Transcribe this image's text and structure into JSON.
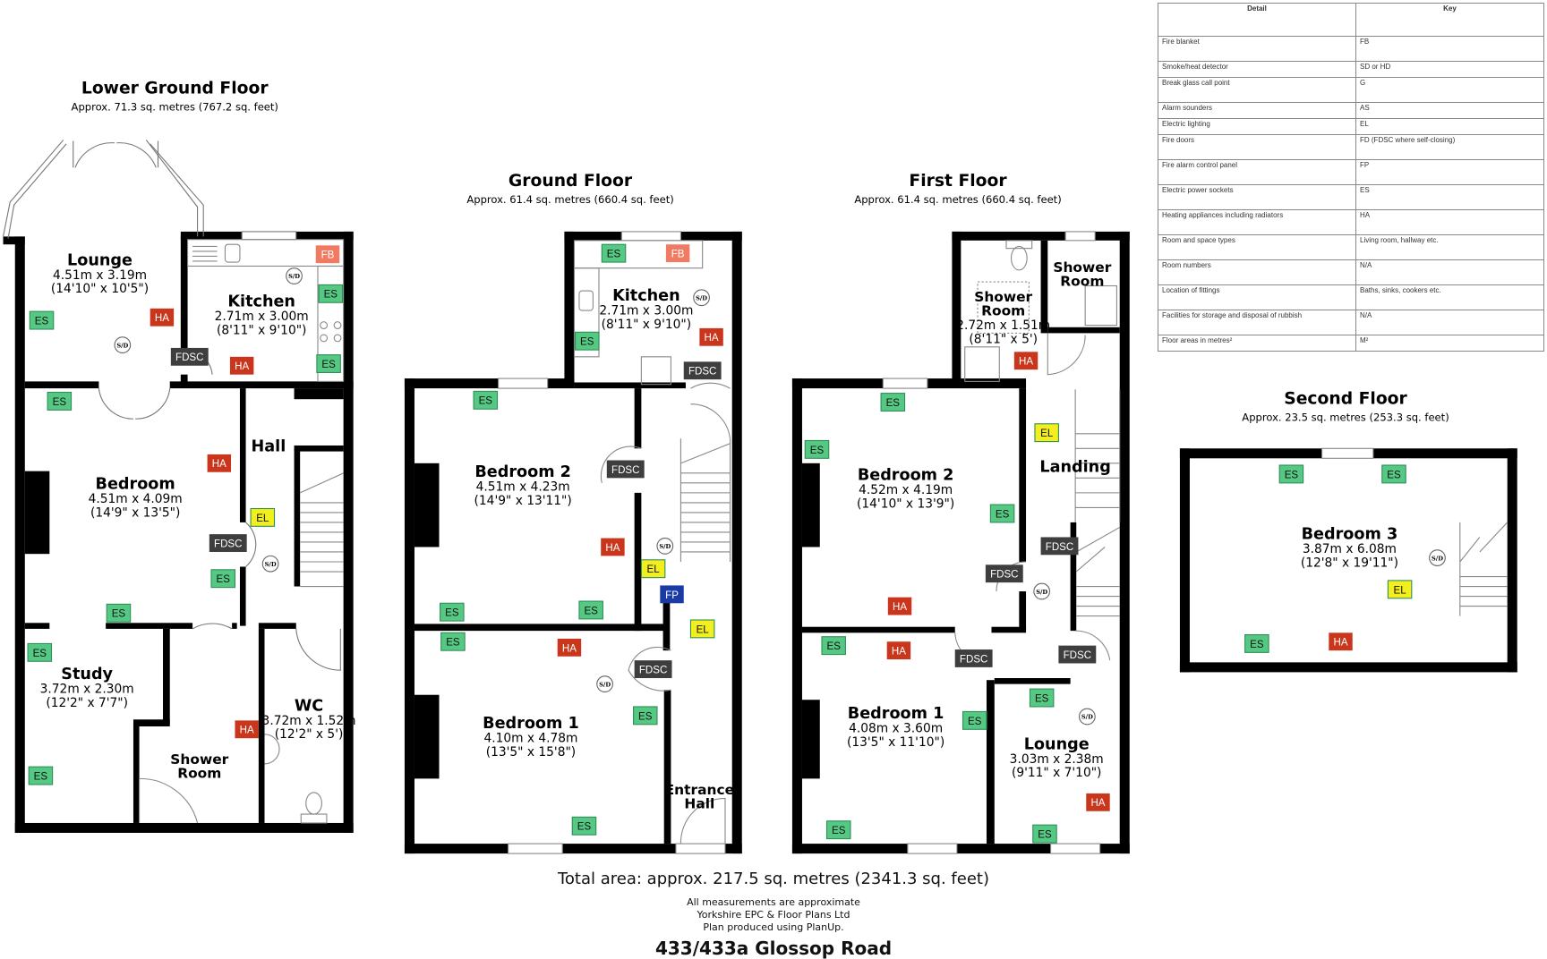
{
  "floors": [
    {
      "id": "lower-ground",
      "title": "Lower Ground Floor",
      "area": "Approx. 71.3 sq. metres (767.2 sq. feet)",
      "rooms": [
        {
          "name": [
            "Lounge"
          ],
          "dims": [
            "4.51m x 3.19m",
            "(14'10\" x 10'5\")"
          ]
        },
        {
          "name": [
            "Kitchen"
          ],
          "dims": [
            "2.71m x 3.00m",
            "(8'11\" x 9'10\")"
          ]
        },
        {
          "name": [
            "Hall"
          ],
          "dims": []
        },
        {
          "name": [
            "Bedroom"
          ],
          "dims": [
            "4.51m x 4.09m",
            "(14'9\" x 13'5\")"
          ]
        },
        {
          "name": [
            "Study"
          ],
          "dims": [
            "3.72m x 2.30m",
            "(12'2\" x 7'7\")"
          ]
        },
        {
          "name": [
            "Shower",
            "Room"
          ],
          "dims": []
        },
        {
          "name": [
            "WC"
          ],
          "dims": [
            "3.72m x 1.52m",
            "(12'2\" x 5')"
          ]
        }
      ],
      "markers": [
        "ES",
        "HA",
        "FB",
        "ES",
        "ES",
        "FDSC",
        "HA",
        "ES",
        "HA",
        "EL",
        "FDSC",
        "ES",
        "ES",
        "ES",
        "HA",
        "ES",
        "S/D",
        "S/D",
        "S/D"
      ]
    },
    {
      "id": "ground",
      "title": "Ground Floor",
      "area": "Approx. 61.4 sq. metres (660.4 sq. feet)",
      "rooms": [
        {
          "name": [
            "Kitchen"
          ],
          "dims": [
            "2.71m x 3.00m",
            "(8'11\" x 9'10\")"
          ]
        },
        {
          "name": [
            "Bedroom 2"
          ],
          "dims": [
            "4.51m x 4.23m",
            "(14'9\" x 13'11\")"
          ]
        },
        {
          "name": [
            "Bedroom 1"
          ],
          "dims": [
            "4.10m x 4.78m",
            "(13'5\" x 15'8\")"
          ]
        },
        {
          "name": [
            "Entrance",
            "Hall"
          ],
          "dims": []
        }
      ],
      "markers": [
        "ES",
        "FB",
        "ES",
        "HA",
        "FDSC",
        "ES",
        "FDSC",
        "HA",
        "EL",
        "FP",
        "ES",
        "ES",
        "ES",
        "HA",
        "FDSC",
        "ES",
        "EL",
        "ES",
        "S/D",
        "S/D",
        "S/D"
      ]
    },
    {
      "id": "first",
      "title": "First Floor",
      "area": "Approx. 61.4 sq. metres (660.4 sq. feet)",
      "rooms": [
        {
          "name": [
            "Shower",
            "Room"
          ],
          "dims": [
            "2.72m x 1.51m",
            "(8'11\" x 5')"
          ]
        },
        {
          "name": [
            "Shower",
            "Room"
          ],
          "dims": []
        },
        {
          "name": [
            "Bedroom 2"
          ],
          "dims": [
            "4.52m x 4.19m",
            "(14'10\" x 13'9\")"
          ]
        },
        {
          "name": [
            "Landing"
          ],
          "dims": []
        },
        {
          "name": [
            "Bedroom 1"
          ],
          "dims": [
            "4.08m x 3.60m",
            "(13'5\" x 11'10\")"
          ]
        },
        {
          "name": [
            "Lounge"
          ],
          "dims": [
            "3.03m x 2.38m",
            "(9'11\" x 7'10\")"
          ]
        }
      ],
      "markers": [
        "HA",
        "ES",
        "ES",
        "EL",
        "ES",
        "FDSC",
        "FDSC",
        "HA",
        "ES",
        "HA",
        "FDSC",
        "FDSC",
        "ES",
        "ES",
        "HA",
        "ES",
        "ES",
        "S/D",
        "S/D"
      ]
    },
    {
      "id": "second",
      "title": "Second Floor",
      "area": "Approx. 23.5 sq. metres (253.3 sq. feet)",
      "rooms": [
        {
          "name": [
            "Bedroom 3"
          ],
          "dims": [
            "3.87m x 6.08m",
            "(12'8\" x 19'11\")"
          ]
        }
      ],
      "markers": [
        "ES",
        "ES",
        "EL",
        "ES",
        "HA",
        "S/D"
      ]
    }
  ],
  "marker_colors": {
    "ES": "#55c883",
    "HA": "#c9361c",
    "FB": "#f07a62",
    "EL": "#f3ee1d",
    "FP": "#1a3aa6",
    "FDSC": "#3e3e3e"
  },
  "key_table": {
    "headers": [
      "Detail",
      "Key"
    ],
    "rows": [
      [
        "Fire blanket",
        "FB"
      ],
      [
        "Smoke/heat detector",
        "SD or HD"
      ],
      [
        "Break glass call point",
        "G"
      ],
      [
        "Alarm sounders",
        "AS"
      ],
      [
        "Electric lighting",
        "EL"
      ],
      [
        "Fire doors",
        "FD (FDSC where self-closing)"
      ],
      [
        "Fire alarm control panel",
        "FP"
      ],
      [
        "Electric power sockets",
        "ES"
      ],
      [
        "Heating appliances including radiators",
        "HA"
      ],
      [
        "Room and space types",
        "Living room, hallway etc."
      ],
      [
        "Room numbers",
        "N/A"
      ],
      [
        "Location of fittings",
        "Baths, sinks, cookers etc."
      ],
      [
        "Facilities for storage and disposal of rubbish",
        "N/A"
      ],
      [
        "Floor areas in metres²",
        "M²"
      ]
    ]
  },
  "footer": {
    "total": "Total area: approx. 217.5 sq. metres (2341.3 sq. feet)",
    "notes": [
      "All measurements are approximate",
      "Yorkshire EPC & Floor Plans  Ltd",
      "Plan produced using PlanUp."
    ],
    "address": "433/433a Glossop Road"
  }
}
